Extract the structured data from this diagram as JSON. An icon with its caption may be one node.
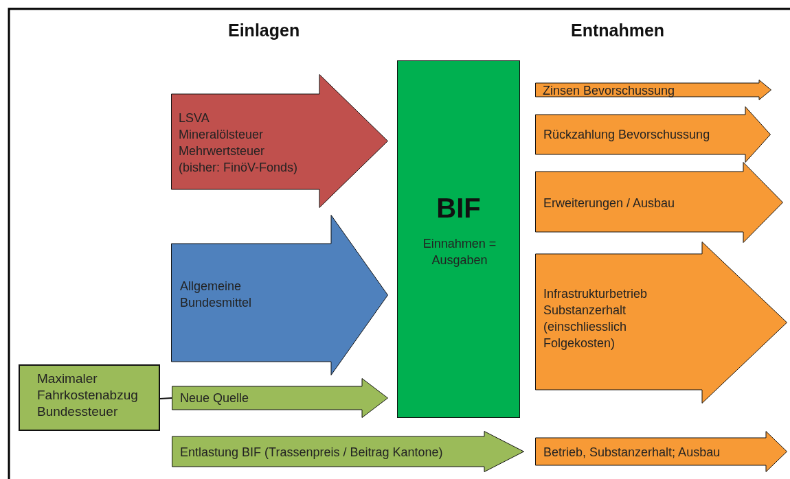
{
  "diagram": {
    "nodes": [
      {
        "text": [
          "LSVA",
          "Mineralölsteuer",
          "Mehrwertsteuer",
          "(bisher: FinöV-Fonds)"
        ]
      },
      {
        "text": [
          "Allgemeine Bundesmittel"
        ]
      },
      {
        "text": [
          "Maximaler Fahrkostenabzug Bundessteuer"
        ]
      },
      {
        "text": [
          "Neue Quelle"
        ]
      },
      {
        "text": [
          "Entlastung BIF (Trassenpreis / Beitrag Kantone)"
        ]
      },
      {
        "text": [
          "BIF",
          "Einnahmen = Ausgaben"
        ]
      },
      {
        "text": [
          "Zinsen Bevorschussung"
        ]
      },
      {
        "text": [
          "Rückzahlung Bevorschussung"
        ]
      },
      {
        "text": [
          "Erweiterungen / Ausbau"
        ]
      },
      {
        "text": [
          "Infrastrukturbetrieb Substanzerhalt (einschliesslich Folgekosten)"
        ]
      },
      {
        "text": [
          "Betrieb, Substanzerhalt; Ausbau"
        ]
      }
    ],
    "edges": [
      {
        "from": 2,
        "to": 3,
        "arrow": "none"
      }
    ],
    "labels": [
      "Einlagen",
      "Entnahmen"
    ]
  }
}
